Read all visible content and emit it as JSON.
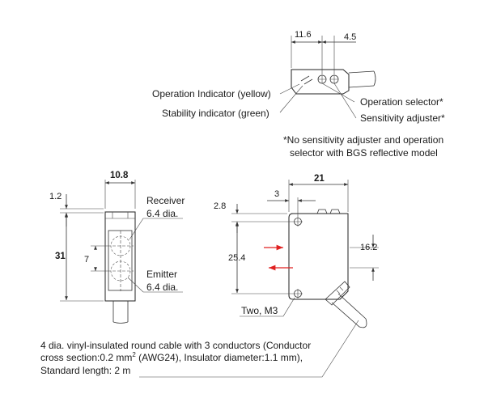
{
  "top_view": {
    "dim_width": "11.6",
    "dim_pitch": "4.5",
    "label_operation_indicator": "Operation Indicator (yellow)",
    "label_stability_indicator": "Stability indicator (green)",
    "label_operation_selector": "Operation selector*",
    "label_sensitivity_adjuster": "Sensitivity adjuster*",
    "footnote_line1": "*No sensitivity adjuster and operation",
    "footnote_line2": "selector with BGS reflective model"
  },
  "front_view": {
    "dim_width": "10.8",
    "dim_offset": "1.2",
    "dim_height": "31",
    "dim_lens_pitch": "7",
    "receiver_label": "Receiver",
    "receiver_size": "6.4 dia.",
    "emitter_label": "Emitter",
    "emitter_size": "6.4 dia."
  },
  "side_view": {
    "dim_width": "21",
    "dim_hole_offset": "3",
    "dim_top_offset": "2.8",
    "dim_hole_pitch": "25.4",
    "dim_optical_axis": "16.2",
    "mount_holes": "Two, M3"
  },
  "cable_note": {
    "line1": "4 dia. vinyl-insulated round cable with 3 conductors (Conductor",
    "line2_a": "cross section:0.2 mm",
    "line2_sup": "2",
    "line2_b": " (AWG24), Insulator diameter:1.1 mm),",
    "line3": "Standard length: 2 m"
  },
  "colors": {
    "arrow_red": "#e02020",
    "line": "#333333",
    "text": "#1a1a1a"
  }
}
